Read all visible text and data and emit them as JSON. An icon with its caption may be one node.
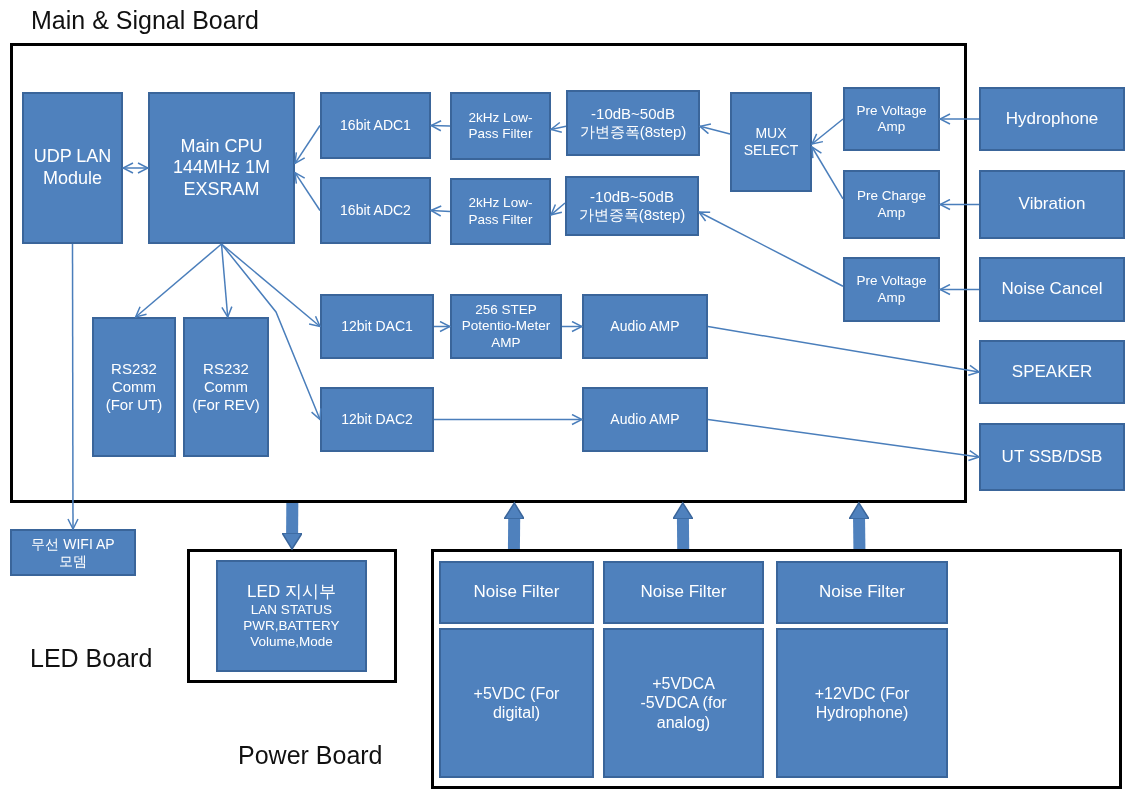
{
  "diagram": {
    "nodes": [
      {
        "text": [
          "Main & Signal Board"
        ]
      },
      {
        "text": [
          "UDP LAN Module"
        ],
        "in": 0
      },
      {
        "text": [
          "Main CPU 144MHz 1M EXSRAM"
        ],
        "in": 0
      },
      {
        "text": [
          "16bit ADC1"
        ],
        "in": 0
      },
      {
        "text": [
          "16bit ADC2"
        ],
        "in": 0
      },
      {
        "text": [
          "2kHz Low-Pass Filter"
        ],
        "in": 0
      },
      {
        "text": [
          "2kHz Low-Pass Filter"
        ],
        "in": 0
      },
      {
        "text": [
          "-10dB~50dB 가변증폭(8step)"
        ],
        "in": 0
      },
      {
        "text": [
          "-10dB~50dB 가변증폭(8step)"
        ],
        "in": 0
      },
      {
        "text": [
          "MUX SELECT"
        ],
        "in": 0
      },
      {
        "text": [
          "Pre Voltage Amp"
        ],
        "in": 0
      },
      {
        "text": [
          "Pre Charge Amp"
        ],
        "in": 0
      },
      {
        "text": [
          "Pre Voltage Amp"
        ],
        "in": 0
      },
      {
        "text": [
          "Hydrophone"
        ]
      },
      {
        "text": [
          "Vibration"
        ]
      },
      {
        "text": [
          "Noise Cancel"
        ]
      },
      {
        "text": [
          "RS232 Comm (For UT)"
        ],
        "in": 0
      },
      {
        "text": [
          "RS232 Comm (For REV)"
        ],
        "in": 0
      },
      {
        "text": [
          "12bit DAC1"
        ],
        "in": 0
      },
      {
        "text": [
          "256 STEP Potentio-Meter AMP"
        ],
        "in": 0
      },
      {
        "text": [
          "Audio AMP"
        ],
        "in": 0
      },
      {
        "text": [
          "12bit DAC2"
        ],
        "in": 0
      },
      {
        "text": [
          "Audio AMP"
        ],
        "in": 0
      },
      {
        "text": [
          "SPEAKER"
        ]
      },
      {
        "text": [
          "UT SSB/DSB"
        ]
      },
      {
        "text": [
          "무선 WIFI AP 모뎀"
        ]
      },
      {
        "text": [
          "LED Board"
        ]
      },
      {
        "text": [
          "LED 지시부",
          "LAN STATUS PWR,BATTERY Volume,Mode"
        ],
        "in": 26
      },
      {
        "text": [
          "Power Board"
        ]
      },
      {
        "text": [
          "Noise Filter"
        ],
        "in": 28
      },
      {
        "text": [
          "Noise Filter"
        ],
        "in": 28
      },
      {
        "text": [
          "Noise Filter"
        ],
        "in": 28
      },
      {
        "text": [
          "+5VDC (For digital)"
        ],
        "in": 28
      },
      {
        "text": [
          "+5VDCA -5VDCA (for analog)"
        ],
        "in": 28
      },
      {
        "text": [
          "+12VDC (For Hydrophone)"
        ],
        "in": 28
      }
    ],
    "edges": [
      {
        "from": 1,
        "to": 2,
        "arrow": "both"
      },
      {
        "from": 3,
        "to": 2,
        "arrow": "to"
      },
      {
        "from": 4,
        "to": 2,
        "arrow": "to"
      },
      {
        "from": 5,
        "to": 3,
        "arrow": "to"
      },
      {
        "from": 6,
        "to": 4,
        "arrow": "to"
      },
      {
        "from": 7,
        "to": 5,
        "arrow": "to"
      },
      {
        "from": 8,
        "to": 6,
        "arrow": "to"
      },
      {
        "from": 9,
        "to": 7,
        "arrow": "to"
      },
      {
        "from": 10,
        "to": 9,
        "arrow": "to"
      },
      {
        "from": 11,
        "to": 9,
        "arrow": "to"
      },
      {
        "from": 12,
        "to": 8,
        "arrow": "to"
      },
      {
        "from": 13,
        "to": 10,
        "arrow": "to"
      },
      {
        "from": 14,
        "to": 11,
        "arrow": "to"
      },
      {
        "from": 15,
        "to": 12,
        "arrow": "to"
      },
      {
        "from": 2,
        "to": 16,
        "arrow": "to"
      },
      {
        "from": 2,
        "to": 17,
        "arrow": "to"
      },
      {
        "from": 2,
        "to": 18,
        "arrow": "to"
      },
      {
        "from": 2,
        "to": 21,
        "arrow": "to"
      },
      {
        "from": 18,
        "to": 19,
        "arrow": "to"
      },
      {
        "from": 19,
        "to": 20,
        "arrow": "to"
      },
      {
        "from": 21,
        "to": 22,
        "arrow": "to"
      },
      {
        "from": 20,
        "to": 23,
        "arrow": "to"
      },
      {
        "from": 22,
        "to": 24,
        "arrow": "to"
      },
      {
        "from": 1,
        "to": 25,
        "arrow": "to"
      },
      {
        "from": 0,
        "to": 26,
        "arrow": "to",
        "style": "thick"
      },
      {
        "from": 28,
        "to": 0,
        "arrow": "to",
        "style": "thick"
      },
      {
        "from": 28,
        "to": 0,
        "arrow": "to",
        "style": "thick"
      },
      {
        "from": 28,
        "to": 0,
        "arrow": "to",
        "style": "thick"
      }
    ]
  }
}
